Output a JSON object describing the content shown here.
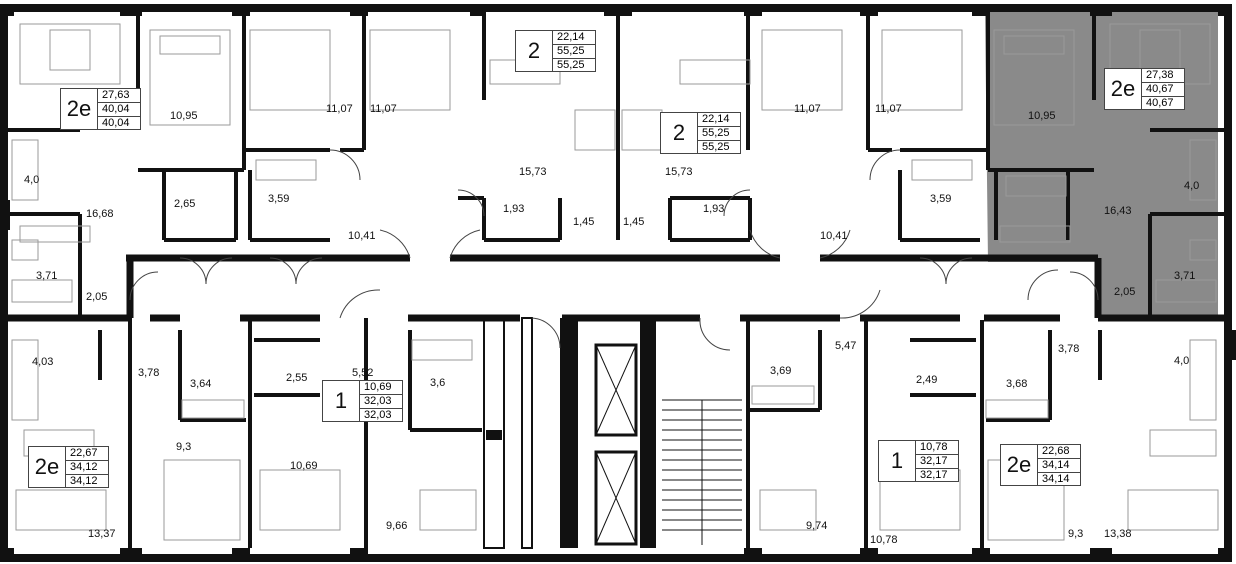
{
  "colors": {
    "wall": "#111111",
    "highlight": "#8a8a8a",
    "furniture": "#9a9a9a"
  },
  "apartments": [
    {
      "id": "a1",
      "type": "2е",
      "living": "27,63",
      "total": "40,04",
      "total_with": "40,04"
    },
    {
      "id": "a2",
      "type": "2",
      "living": "22,14",
      "total": "55,25",
      "total_with": "55,25"
    },
    {
      "id": "a3",
      "type": "2",
      "living": "22,14",
      "total": "55,25",
      "total_with": "55,25"
    },
    {
      "id": "a4",
      "type": "2е",
      "living": "27,38",
      "total": "40,67",
      "total_with": "40,67"
    },
    {
      "id": "a5",
      "type": "2е",
      "living": "22,67",
      "total": "34,12",
      "total_with": "34,12"
    },
    {
      "id": "a6",
      "type": "1",
      "living": "10,69",
      "total": "32,03",
      "total_with": "32,03"
    },
    {
      "id": "a7",
      "type": "1",
      "living": "10,78",
      "total": "32,17",
      "total_with": "32,17"
    },
    {
      "id": "a8",
      "type": "2е",
      "living": "22,68",
      "total": "34,14",
      "total_with": "34,14"
    }
  ],
  "room_areas": [
    "10,95",
    "11,07",
    "11,07",
    "11,07",
    "11,07",
    "10,95",
    "4,0",
    "16,68",
    "2,65",
    "3,59",
    "10,41",
    "15,73",
    "1,93",
    "1,45",
    "1,45",
    "1,93",
    "15,73",
    "10,41",
    "3,59",
    "4,0",
    "16,43",
    "3,71",
    "2,05",
    "2,05",
    "3,71",
    "4,03",
    "3,78",
    "3,64",
    "2,55",
    "5,52",
    "3,6",
    "5,47",
    "3,69",
    "2,49",
    "3,78",
    "3,68",
    "4,0",
    "9,3",
    "10,69",
    "9,66",
    "9,74",
    "10,78",
    "9,3",
    "13,37",
    "13,38"
  ]
}
